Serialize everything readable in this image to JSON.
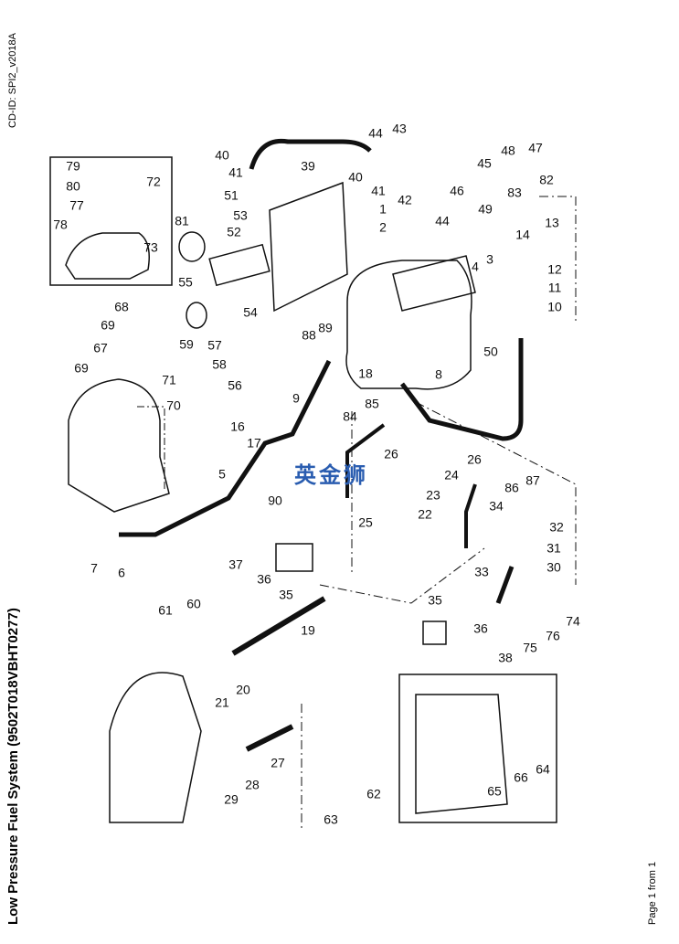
{
  "document": {
    "cd_id": "CD-ID: SPI2_v2018A",
    "title": "Low Pressure Fuel System (9502T018VBHT0277)",
    "page_label": "Page 1 from 1",
    "watermark": "英金狮"
  },
  "part_labels": [
    "79",
    "80",
    "77",
    "78",
    "72",
    "73",
    "81",
    "55",
    "40",
    "41",
    "51",
    "53",
    "52",
    "39",
    "44",
    "43",
    "40",
    "41",
    "42",
    "44",
    "45",
    "46",
    "48",
    "47",
    "49",
    "83",
    "82",
    "1",
    "2",
    "4",
    "3",
    "13",
    "14",
    "12",
    "11",
    "10",
    "50",
    "54",
    "88",
    "89",
    "59",
    "68",
    "69",
    "67",
    "69",
    "71",
    "70",
    "57",
    "58",
    "56",
    "18",
    "8",
    "9",
    "16",
    "17",
    "85",
    "84",
    "26",
    "26",
    "24",
    "87",
    "86",
    "5",
    "90",
    "23",
    "25",
    "22",
    "34",
    "32",
    "31",
    "33",
    "30",
    "7",
    "6",
    "37",
    "36",
    "35",
    "35",
    "36",
    "19",
    "61",
    "60",
    "74",
    "76",
    "75",
    "38",
    "21",
    "20",
    "27",
    "28",
    "29",
    "62",
    "63",
    "64",
    "65",
    "66"
  ]
}
